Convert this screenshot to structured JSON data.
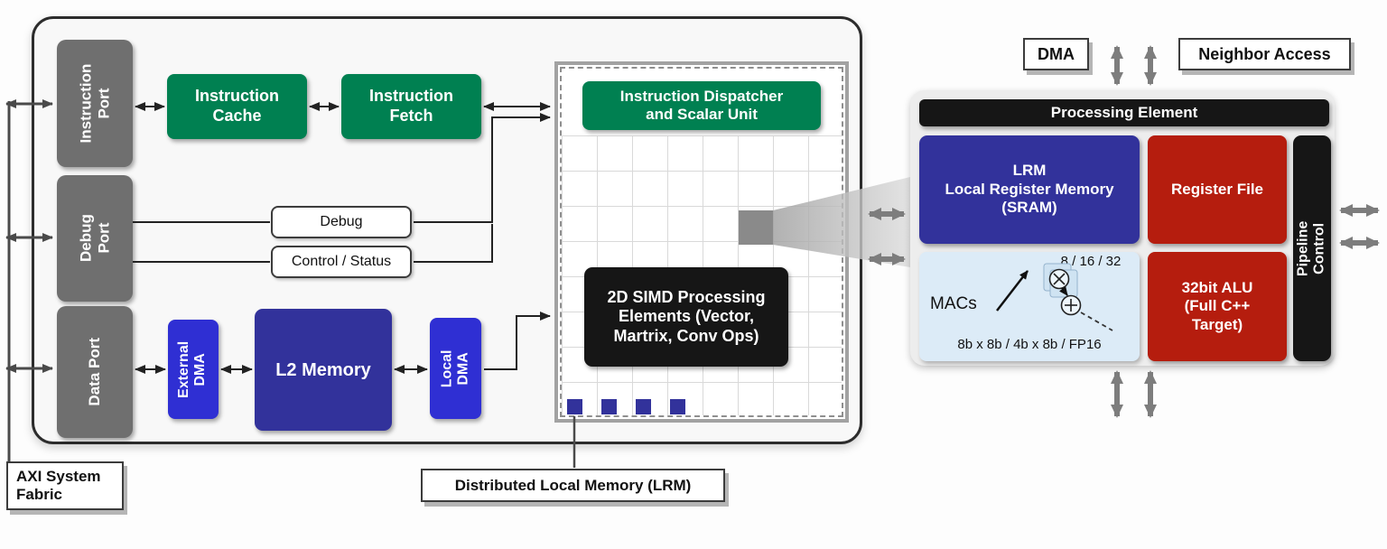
{
  "colors": {
    "green": "#008051",
    "dark_blue": "#32329b",
    "bright_blue": "#2f2fd3",
    "red": "#b51d0e",
    "port_gray": "#6f6f6f",
    "black_box": "#161616",
    "macs_bg": "#dcebf7",
    "arrow_gray": "#7d7d7d"
  },
  "fabric": {
    "label": "AXI System\nFabric"
  },
  "subsystem": {
    "instruction_port": "Instruction\nPort",
    "debug_port": "Debug Port",
    "data_port": "Data Port",
    "instruction_cache": "Instruction\nCache",
    "instruction_fetch": "Instruction\nFetch",
    "debug_box": "Debug",
    "control_status_box": "Control / Status",
    "external_dma": "External\nDMA",
    "l2_memory": "L2 Memory",
    "local_dma": "Local\nDMA"
  },
  "simd_array": {
    "dispatcher": "Instruction Dispatcher\nand Scalar Unit",
    "label": "2D SIMD Processing\nElements (Vector,\nMartrix, Conv Ops)",
    "dlm_caption": "Distributed Local Memory (LRM)"
  },
  "pe": {
    "dma": "DMA",
    "neighbor_access": "Neighbor Access",
    "title": "Processing Element",
    "lrm": "LRM\nLocal Register Memory\n(SRAM)",
    "register_file": "Register File",
    "macs": "MACs",
    "mac_counts": "8 / 16 / 32",
    "mac_formats": "8b x 8b / 4b x 8b / FP16",
    "alu": "32bit ALU\n(Full C++\nTarget)",
    "pipeline_control": "Pipeline Control"
  }
}
